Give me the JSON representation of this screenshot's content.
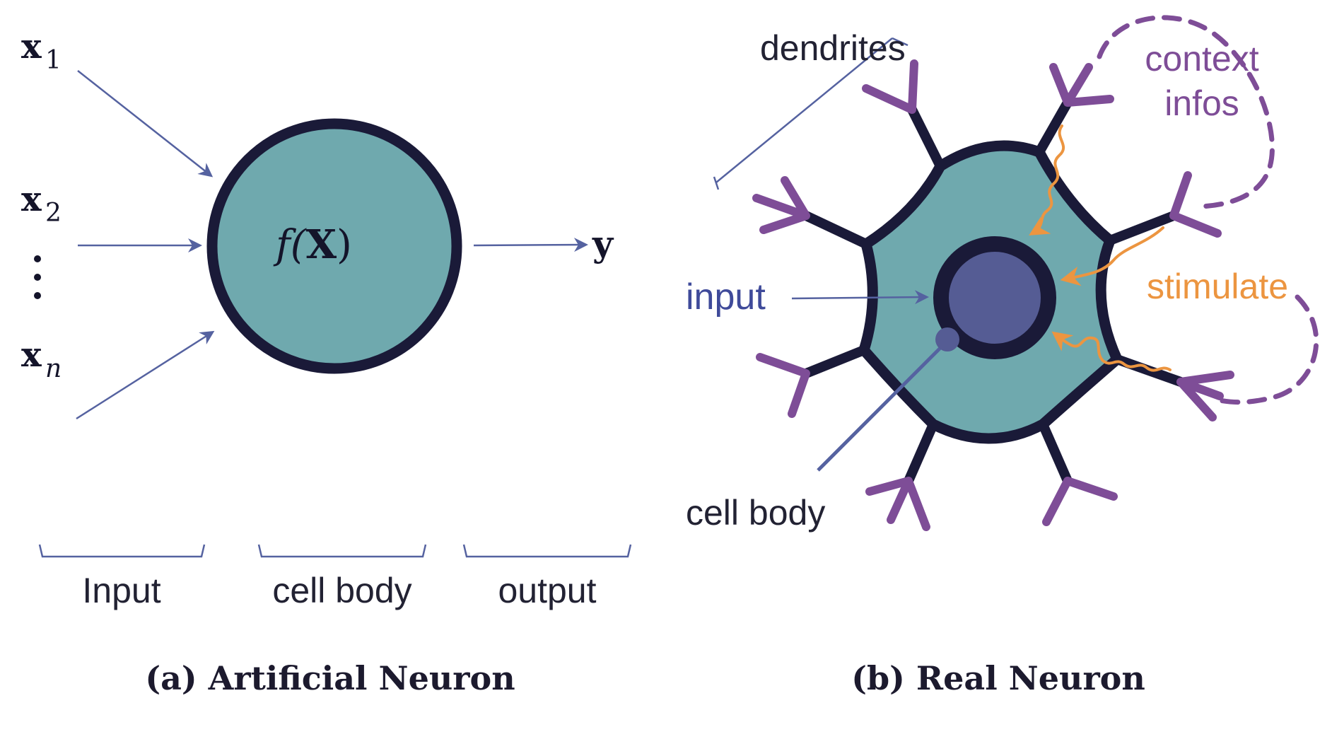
{
  "artificial": {
    "inputs": [
      "x",
      "x",
      "x"
    ],
    "input_subscripts": [
      "1",
      "2",
      "n"
    ],
    "vdots": "⋮",
    "function_prefix": "f(",
    "function_var": "X",
    "function_suffix": ")",
    "output_symbol": "y",
    "brace_labels": {
      "input": "Input",
      "cell_body": "cell body",
      "output": "output"
    },
    "caption": "(a) Artificial Neuron"
  },
  "real": {
    "dendrites": "dendrites",
    "context_line1": "context",
    "context_line2": "infos",
    "stimulate": "stimulate",
    "input": "input",
    "cell_body": "cell body",
    "caption": "(b) Real Neuron"
  },
  "colors": {
    "outline": "#1a1a38",
    "cell_fill": "#6fa9ae",
    "nucleus": "#555c94",
    "arrow_blue": "#5562a0",
    "dendrite_purple": "#7e4d97",
    "orange": "#ec9540",
    "input_label": "#3f4a9a",
    "context_label": "#7e4d97",
    "stimulate_label": "#ec9540"
  }
}
